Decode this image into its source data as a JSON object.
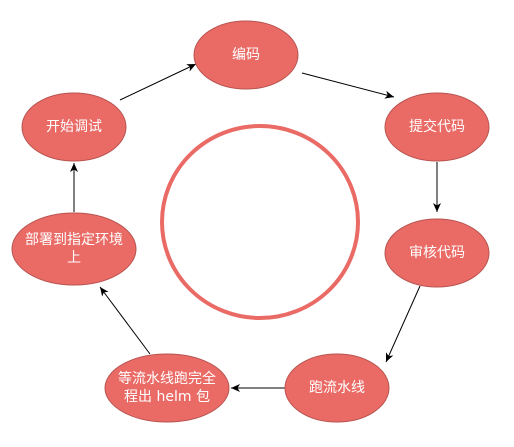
{
  "diagram": {
    "type": "cycle",
    "node_fill": "#ea6b66",
    "node_stroke": "#b85450",
    "center_circle_stroke": "#ea6b66",
    "center_circle_fill": "#ffffff",
    "edge_color": "#000000",
    "label_color": "#ffffff",
    "nodes": [
      {
        "id": "coding",
        "lines": [
          "编码"
        ]
      },
      {
        "id": "submit",
        "lines": [
          "提交代码"
        ]
      },
      {
        "id": "review",
        "lines": [
          "审核代码"
        ]
      },
      {
        "id": "pipeline",
        "lines": [
          "跑流水线"
        ]
      },
      {
        "id": "wait",
        "lines": [
          "等流水线跑完全",
          "程出 helm 包"
        ]
      },
      {
        "id": "deploy",
        "lines": [
          "部署到指定环境",
          "上"
        ]
      },
      {
        "id": "debug",
        "lines": [
          "开始调试"
        ]
      }
    ],
    "edges": [
      {
        "from": "coding",
        "to": "submit"
      },
      {
        "from": "submit",
        "to": "review"
      },
      {
        "from": "review",
        "to": "pipeline"
      },
      {
        "from": "pipeline",
        "to": "wait"
      },
      {
        "from": "wait",
        "to": "deploy"
      },
      {
        "from": "deploy",
        "to": "debug"
      },
      {
        "from": "debug",
        "to": "coding"
      }
    ]
  }
}
